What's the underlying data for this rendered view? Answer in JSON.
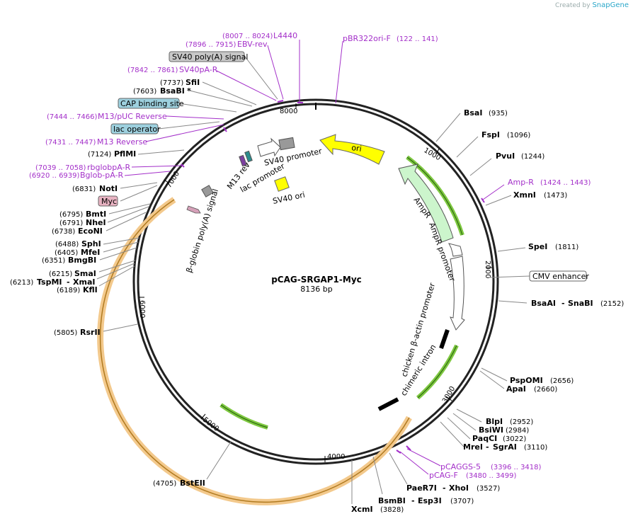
{
  "app": {
    "credit_prefix": "Created by",
    "credit_brand": "SnapGene"
  },
  "plasmid": {
    "name": "pCAG-SRGAP1-Myc",
    "size": "8136 bp"
  },
  "ticks": [
    "1000",
    "2000",
    "3000",
    "4000",
    "5000",
    "6000",
    "7000",
    "8000"
  ],
  "enzymes": {
    "bsai": {
      "name": "BsaI",
      "pos": "(935)"
    },
    "fspi": {
      "name": "FspI",
      "pos": "(1096)"
    },
    "pvui": {
      "name": "PvuI",
      "pos": "(1244)"
    },
    "xmni": {
      "name": "XmnI",
      "pos": "(1473)"
    },
    "spei": {
      "name": "SpeI",
      "pos": "(1811)"
    },
    "bsaai": {
      "name": "BsaAI",
      "sep": "-",
      "name2": "SnaBI",
      "pos": "(2152)"
    },
    "pspomi": {
      "name": "PspOMI",
      "pos": "(2656)"
    },
    "apai": {
      "name": "ApaI",
      "pos": "(2660)"
    },
    "blpi": {
      "name": "BlpI",
      "pos": "(2952)"
    },
    "bsiwi": {
      "name": "BsiWI",
      "pos": "(2984)"
    },
    "paqci": {
      "name": "PaqCI",
      "pos": "(3022)"
    },
    "mrei": {
      "name": "MreI",
      "sep": "-",
      "name2": "SgrAI",
      "pos": "(3110)"
    },
    "paer7i": {
      "name": "PaeR7I",
      "sep": "-",
      "name2": "XhoI",
      "pos": "(3527)"
    },
    "bsmbi": {
      "name": "BsmBI",
      "sep": "-",
      "name2": "Esp3I",
      "pos": "(3707)"
    },
    "xcmi": {
      "name": "XcmI",
      "pos": "(3828)"
    },
    "bsteii": {
      "pos": "(4705)",
      "name": "BstEII"
    },
    "rsrii": {
      "pos": "(5805)",
      "name": "RsrII"
    },
    "kfli": {
      "pos": "(6189)",
      "name": "KflI"
    },
    "tspmi": {
      "pos": "(6213)",
      "name": "TspMI",
      "sep": "-",
      "name2": "XmaI"
    },
    "smai": {
      "pos": "(6215)",
      "name": "SmaI"
    },
    "bmggi": {
      "pos": "(6351)",
      "name": "BmgBI"
    },
    "mfei": {
      "pos": "(6405)",
      "name": "MfeI"
    },
    "sphi": {
      "pos": "(6488)",
      "name": "SphI"
    },
    "econi": {
      "pos": "(6738)",
      "name": "EcoNI"
    },
    "nhei": {
      "pos": "(6791)",
      "name": "NheI"
    },
    "bmti": {
      "pos": "(6795)",
      "name": "BmtI"
    },
    "noti": {
      "pos": "(6831)",
      "name": "NotI"
    },
    "pflmi": {
      "pos": "(7124)",
      "name": "PflMI"
    },
    "bsabi": {
      "pos": "(7603)",
      "name": "BsaBI",
      "star": "*"
    },
    "sfii": {
      "pos": "(7737)",
      "name": "SfiI"
    }
  },
  "primers": {
    "l4440": {
      "pos": "(8007 .. 8024)",
      "name": "L4440"
    },
    "ebvrev": {
      "pos": "(7896 .. 7915)",
      "name": "EBV-rev"
    },
    "pbr322": {
      "name": "pBR322ori-F",
      "pos": "(122 .. 141)"
    },
    "sv40par": {
      "pos": "(7842 .. 7861)",
      "name": "SV40pA-R"
    },
    "m13puc": {
      "pos": "(7444 .. 7466)",
      "name": "M13/pUC Reverse"
    },
    "m13rev": {
      "pos": "(7431 .. 7447)",
      "name": "M13 Reverse"
    },
    "rbglob": {
      "pos": "(7039 .. 7058)",
      "name": "rbglobpA-R"
    },
    "bglob": {
      "pos": "(6920 .. 6939)",
      "name": "Bglob-pA-R"
    },
    "ampr": {
      "name": "Amp-R",
      "pos": "(1424 .. 1443)"
    },
    "pcaggs5": {
      "name": "pCAGGS-5",
      "pos": "(3396 .. 3418)"
    },
    "pcagf": {
      "name": "pCAG-F",
      "pos": "(3480 .. 3499)"
    }
  },
  "boxed": {
    "sv40polya": "SV40 poly(A) signal",
    "cap": "CAP binding site",
    "lacop": "lac operator",
    "myc": "Myc",
    "cmv": "CMV enhancer"
  },
  "features": {
    "ori": "ori",
    "ampr": "AmpR",
    "ampr_promoter": "AmpR promoter",
    "cba_promoter": "chicken β-actin promoter",
    "chimeric_intron": "chimeric intron",
    "sv40_promoter": "SV40 promoter",
    "sv40_ori": "SV40 ori",
    "m13_rev": "M13 rev",
    "lac_promoter": "lac promoter",
    "bglobin_polya": "β-globin poly(A) signal"
  },
  "colors": {
    "primer": "#a32fc9",
    "ori": "#ffff00",
    "ampr_fill": "#ccf5cc",
    "highlight_green": "#7ec840",
    "highlight_orange": "#f3c98c",
    "box_teal": "#9dd0de",
    "box_gray": "#c8c8c8",
    "box_pink": "#e8b3c2"
  }
}
